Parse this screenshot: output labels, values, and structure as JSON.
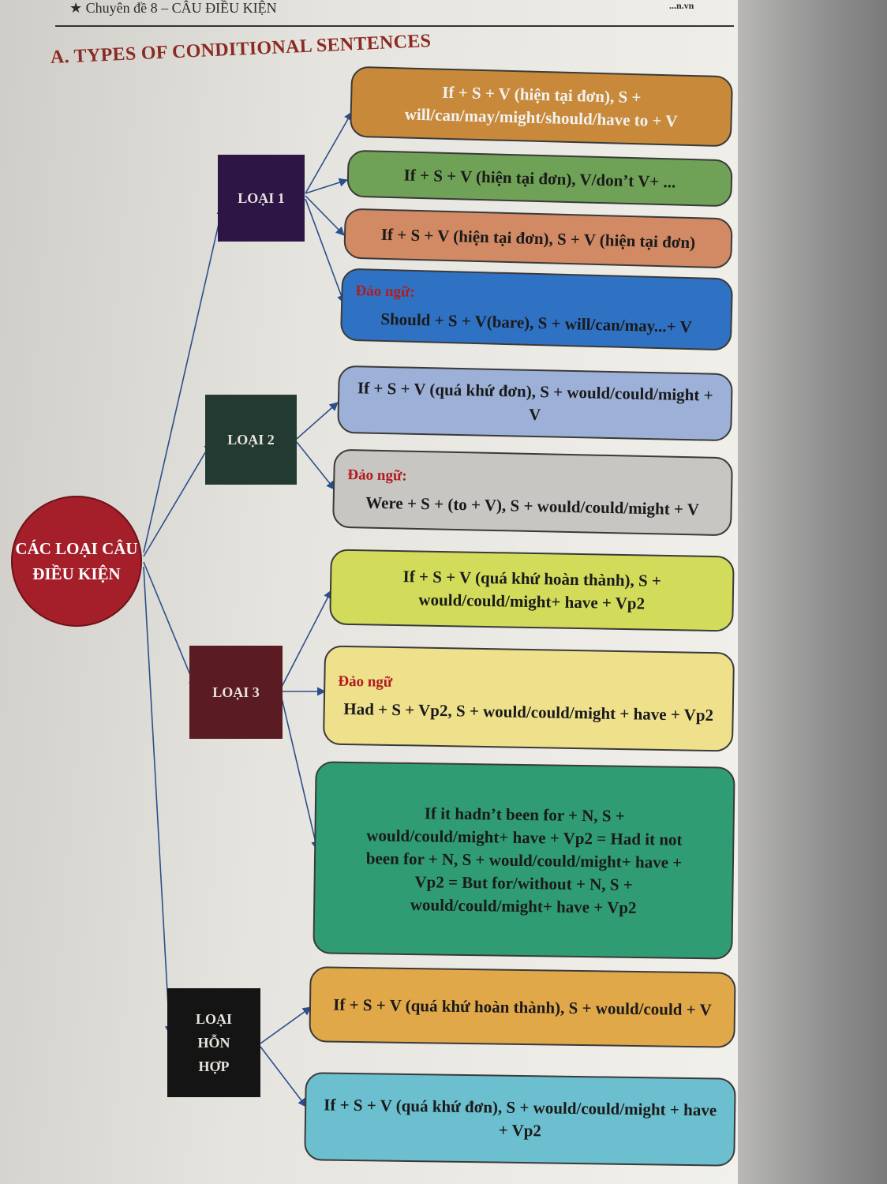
{
  "header": {
    "chapter": "★ Chuyên đề 8 – CÂU ĐIỀU KIỆN",
    "brand": "...n.vn"
  },
  "section_title": "A. TYPES OF CONDITIONAL SENTENCES",
  "diagram": {
    "root": "CÁC LOẠI CÂU ĐIỀU KIỆN",
    "types": [
      {
        "id": "loai1",
        "label": "LOẠI 1",
        "color": "#2d1646"
      },
      {
        "id": "loai2",
        "label": "LOẠI 2",
        "color": "#233a32"
      },
      {
        "id": "loai3",
        "label": "LOẠI 3",
        "color": "#5a1c22"
      },
      {
        "id": "hon-hop",
        "label": "LOẠI HỖN HỢP",
        "color": "#141414"
      }
    ],
    "boxes": [
      {
        "type": "loai1",
        "label": "",
        "text": "If + S + V (hiện tại đơn), S + will/can/may/might/should/have to + V",
        "color": "#c88a3a"
      },
      {
        "type": "loai1",
        "label": "",
        "text": "If + S + V (hiện tại đơn), V/don’t V+ ...",
        "color": "#6fa256"
      },
      {
        "type": "loai1",
        "label": "",
        "text": "If + S + V (hiện tại đơn), S + V (hiện tại đơn)",
        "color": "#d18a63"
      },
      {
        "type": "loai1",
        "label": "Đảo ngữ:",
        "text": "Should + S + V(bare), S + will/can/may...+ V",
        "color": "#2f72c4"
      },
      {
        "type": "loai2",
        "label": "",
        "text": "If + S + V (quá khứ đơn), S + would/could/might + V",
        "color": "#9db1d8"
      },
      {
        "type": "loai2",
        "label": "Đảo ngữ:",
        "text": "Were + S + (to + V), S + would/could/might + V",
        "color": "#c8c6c2"
      },
      {
        "type": "loai3",
        "label": "",
        "text": "If + S + V (quá khứ hoàn thành), S + would/could/might+ have + Vp2",
        "color": "#d2dc5a"
      },
      {
        "type": "loai3",
        "label": "Đảo ngữ",
        "text": "Had + S + Vp2, S + would/could/might + have + Vp2",
        "color": "#efe08c"
      },
      {
        "type": "loai3",
        "label": "",
        "text": "If it hadn’t been for + N, S + would/could/might+ have + Vp2 = Had it not been for + N, S + would/could/might+ have + Vp2 = But for/without + N, S + would/could/might+ have + Vp2",
        "color": "#2f9c74"
      },
      {
        "type": "hon-hop",
        "label": "",
        "text": "If + S + V (quá khứ hoàn thành), S + would/could + V",
        "color": "#e1a84a"
      },
      {
        "type": "hon-hop",
        "label": "",
        "text": "If + S + V (quá khứ đơn), S + would/could/might + have + Vp2",
        "color": "#6cbfcf"
      }
    ]
  }
}
